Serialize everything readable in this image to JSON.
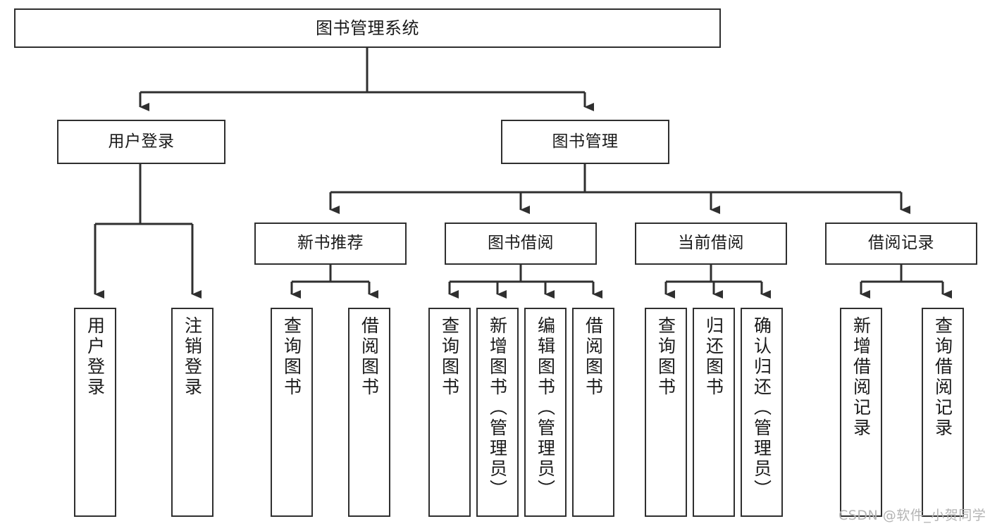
{
  "diagram": {
    "type": "hierarchy-tree",
    "title": "图书管理系统",
    "orientation": "top-down",
    "colors": {
      "box_border": "#2f2f2f",
      "box_fill": "#ffffff",
      "edge": "#2f2f2f",
      "text": "#1a1a1a",
      "watermark": "#b4b4b4",
      "background": "#ffffff"
    }
  },
  "root": {
    "label": "图书管理系统"
  },
  "level2": [
    {
      "label": "用户登录"
    },
    {
      "label": "图书管理"
    }
  ],
  "level3": [
    {
      "label": "新书推荐"
    },
    {
      "label": "图书借阅"
    },
    {
      "label": "当前借阅"
    },
    {
      "label": "借阅记录"
    }
  ],
  "leaves": {
    "user_login": [
      {
        "label": "用户登录"
      },
      {
        "label": "注销登录"
      }
    ],
    "new_book_recommend": [
      {
        "label": "查询图书"
      },
      {
        "label": "借阅图书"
      }
    ],
    "book_borrow": [
      {
        "label": "查询图书"
      },
      {
        "label": "新增图书（管理员）"
      },
      {
        "label": "编辑图书（管理员）"
      },
      {
        "label": "借阅图书"
      }
    ],
    "current_borrow": [
      {
        "label": "查询图书"
      },
      {
        "label": "归还图书"
      },
      {
        "label": "确认归还（管理员）"
      }
    ],
    "borrow_records": [
      {
        "label": "新增借阅记录"
      },
      {
        "label": "查询借阅记录"
      }
    ]
  },
  "watermark": {
    "text": "CSDN @软件_小贺同学"
  }
}
